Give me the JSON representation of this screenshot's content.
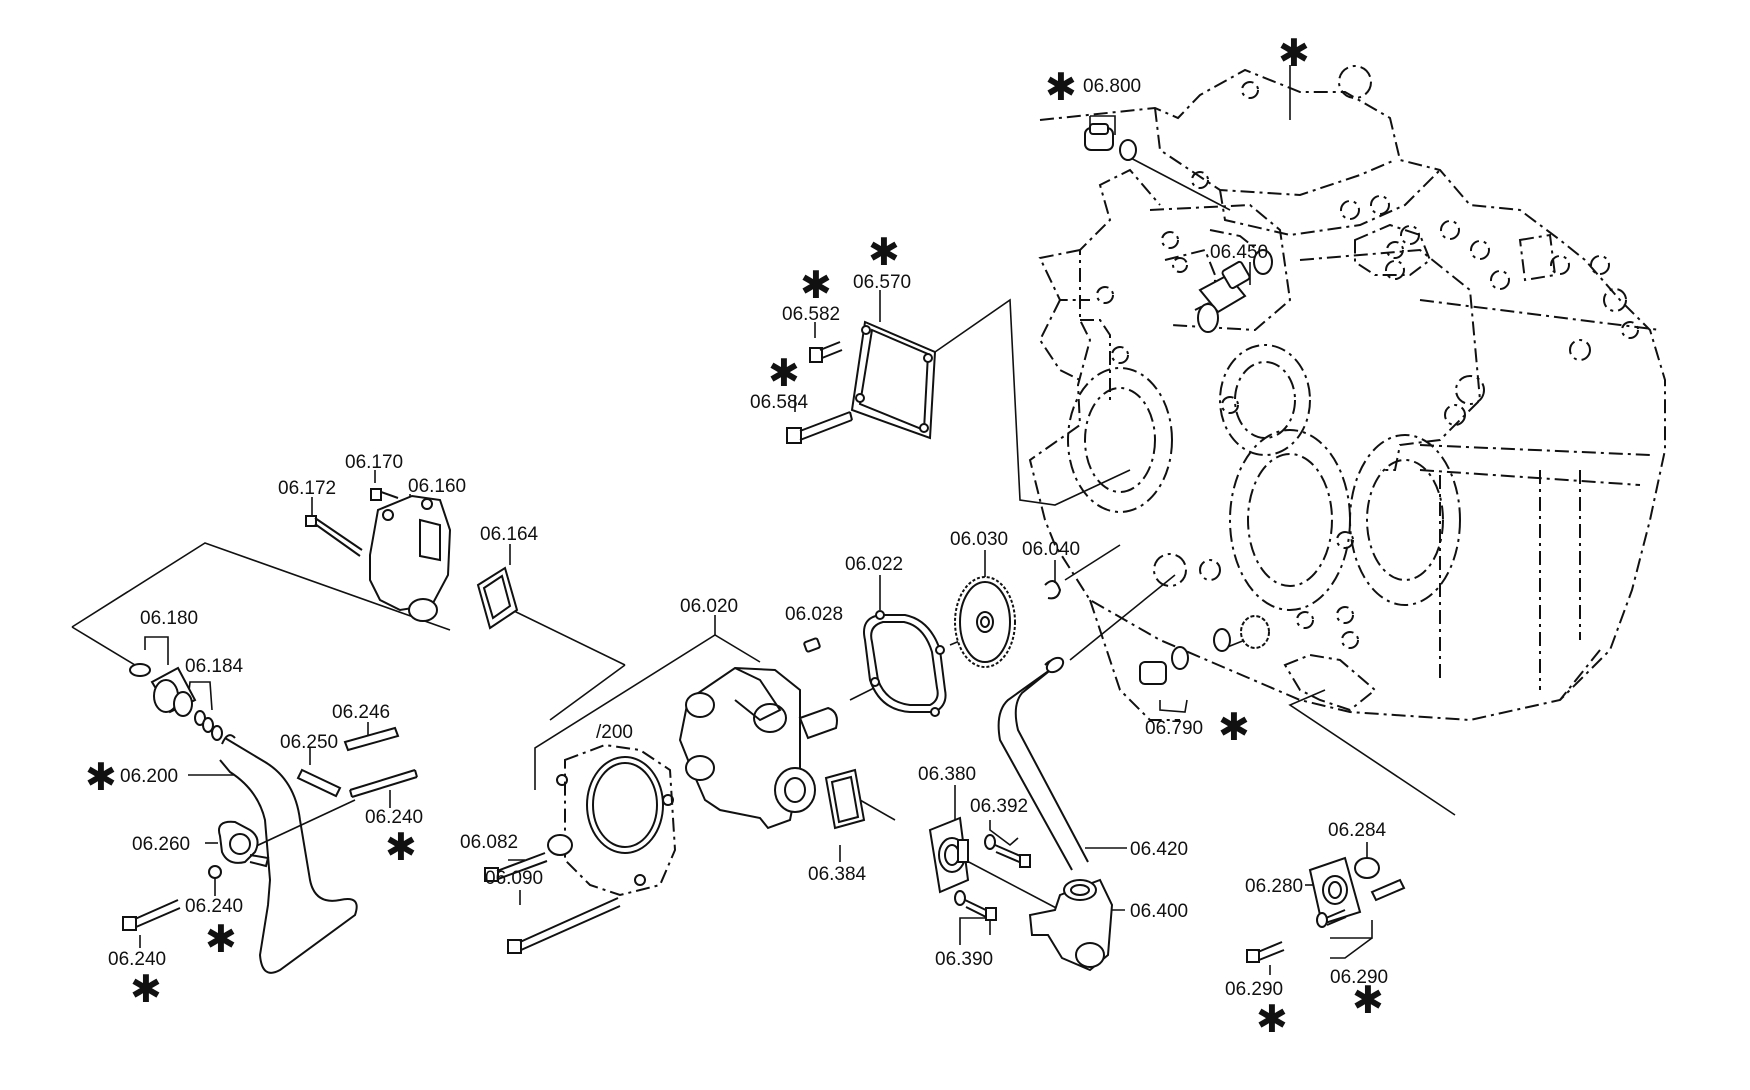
{
  "labels": {
    "l06800": "06.800",
    "l06570": "06.570",
    "l06582": "06.582",
    "l06584": "06.584",
    "l06450": "06.450",
    "l06170": "06.170",
    "l06172": "06.172",
    "l06160": "06.160",
    "l06164": "06.164",
    "l06180": "06.180",
    "l06184": "06.184",
    "l06200": "06.200",
    "l06250": "06.250",
    "l06246": "06.246",
    "l06240a": "06.240",
    "l06240b": "06.240",
    "l06240c": "06.240",
    "l06260": "06.260",
    "l06020": "06.020",
    "l06028": "06.028",
    "l06022": "06.022",
    "l06030": "06.030",
    "l06040": "06.040",
    "l200": "/200",
    "l06082": "06.082",
    "l06090": "06.090",
    "l06384": "06.384",
    "l06380": "06.380",
    "l06392": "06.392",
    "l06390": "06.390",
    "l06420": "06.420",
    "l06400": "06.400",
    "l06790": "06.790",
    "l06284": "06.284",
    "l06280": "06.280",
    "l06290a": "06.290",
    "l06290b": "06.290"
  },
  "asterisk": "✱"
}
